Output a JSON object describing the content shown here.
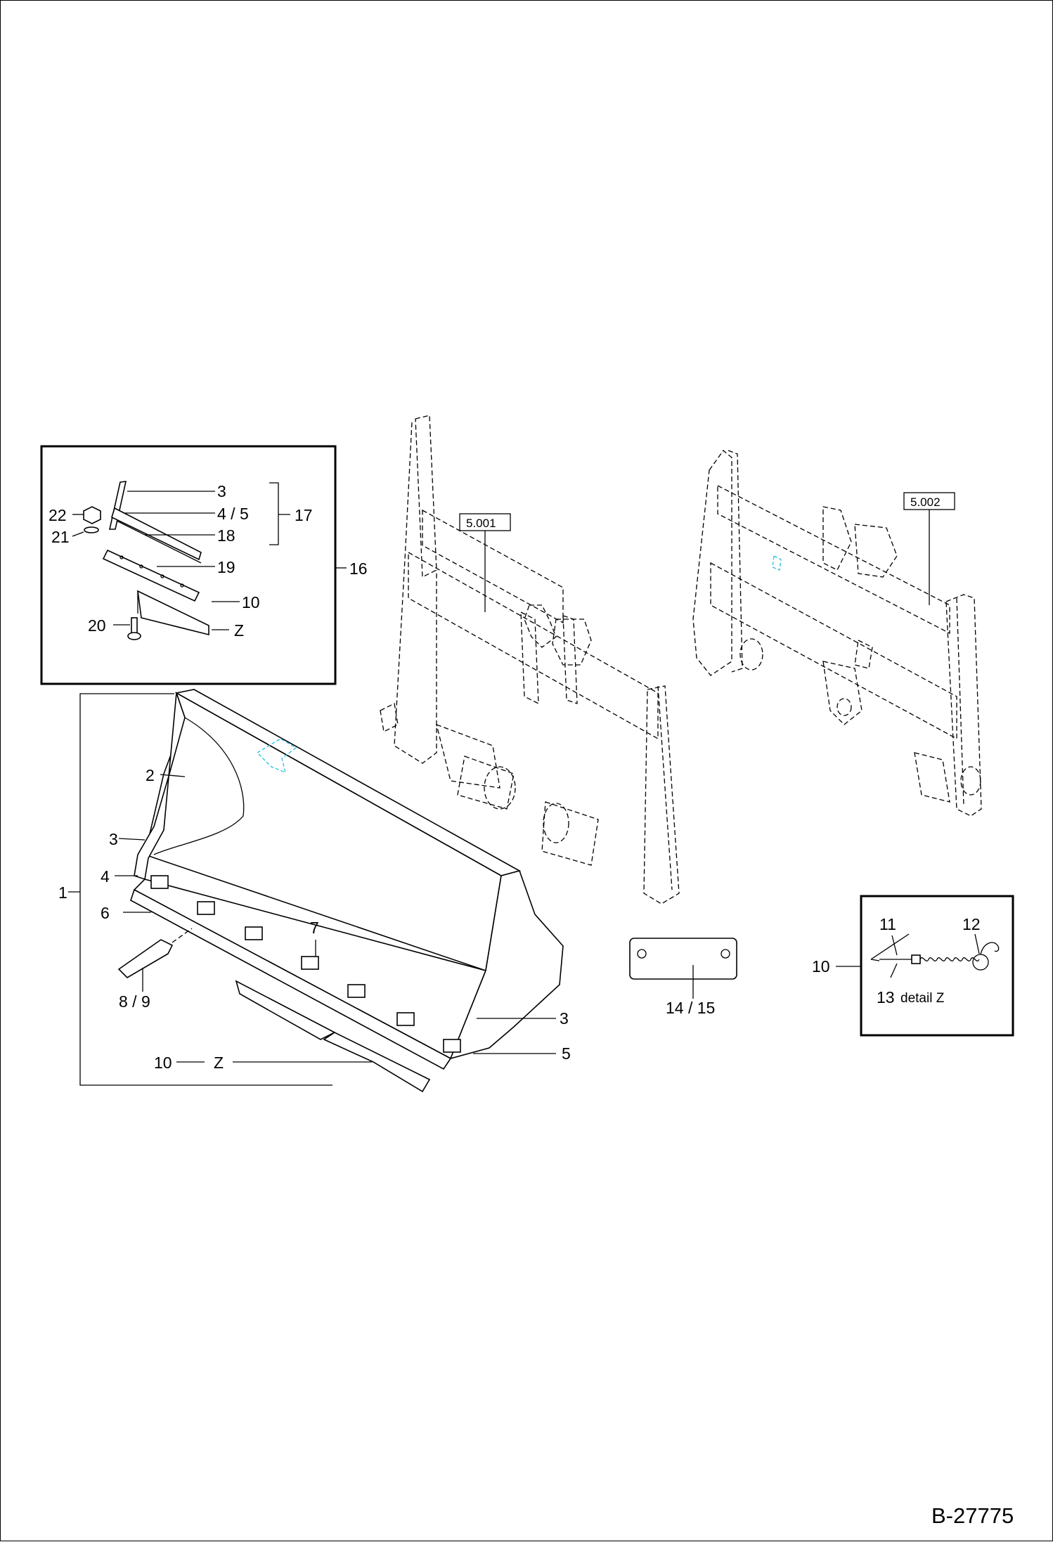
{
  "callouts": {
    "c1": "1",
    "c2": "2",
    "c3a": "3",
    "c3b": "3",
    "c3c": "3",
    "c4a": "4",
    "c5": "5",
    "c6": "6",
    "c7": "7",
    "c8_9": "8  /  9",
    "c10a": "10",
    "c10b": "10",
    "c10c": "10",
    "c11": "11",
    "c12": "12",
    "c13": "13",
    "detail_z": "detail Z",
    "c14_15": "14 / 15",
    "c16": "16",
    "c17": "17",
    "c18": "18",
    "c19": "19",
    "c20": "20",
    "c21": "21",
    "c22": "22",
    "c4_5": "4 / 5",
    "z1": "Z",
    "z2": "Z"
  },
  "references": {
    "ref1": "5.001",
    "ref2": "5.002"
  },
  "drawing_number": "B-27775"
}
